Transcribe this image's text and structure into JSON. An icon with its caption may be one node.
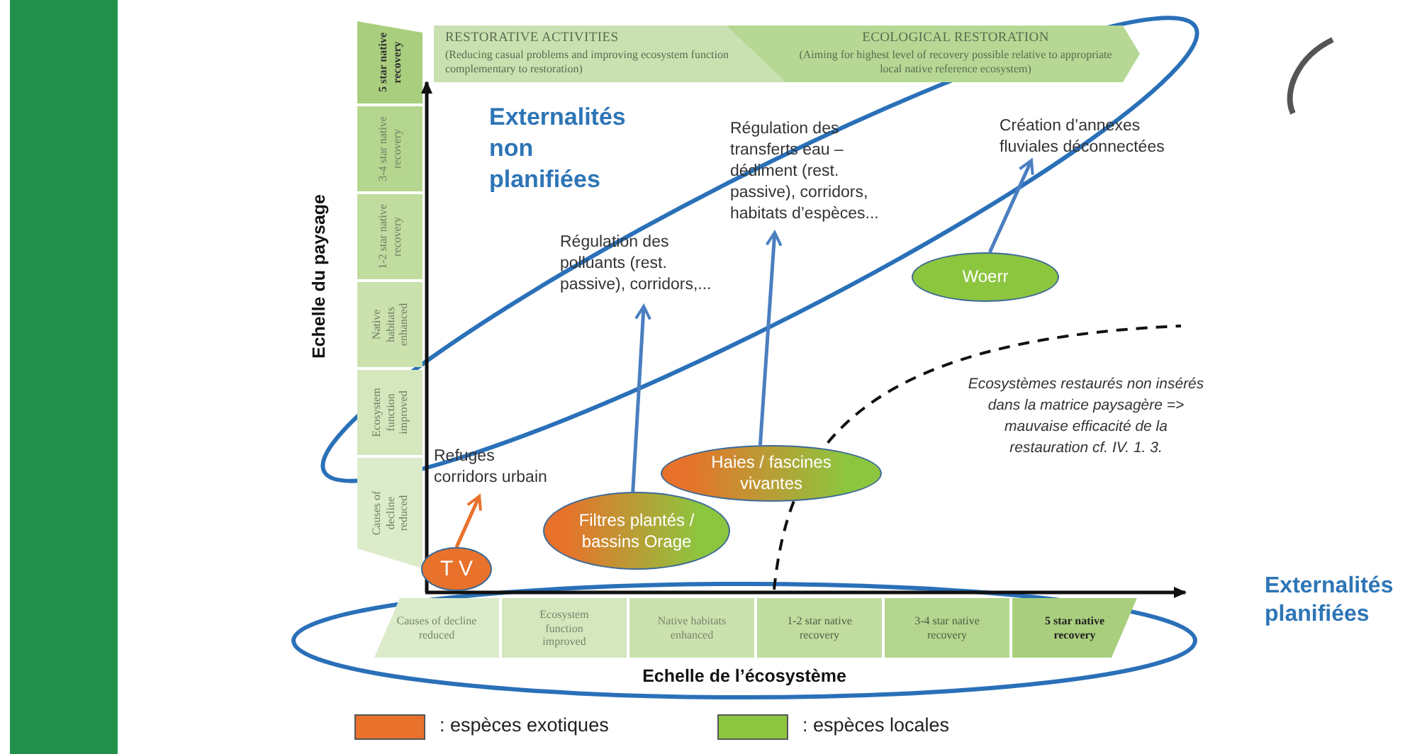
{
  "diagram": {
    "nodes": [
      {
        "text": [
          "RESTORATIVE ACTIVITIES",
          "(Reducing casual problems and improving ecosystem function complementary to restoration)"
        ]
      },
      {
        "text": [
          "ECOLOGICAL RESTORATION",
          "(Aiming for highest level of recovery possible relative to appropriate local native reference ecosystem)"
        ]
      },
      {
        "text": [
          "5 star native recovery"
        ]
      },
      {
        "text": [
          "3-4 star native recovery"
        ]
      },
      {
        "text": [
          "1-2 star native recovery"
        ]
      },
      {
        "text": [
          "Native habitats enhanced"
        ]
      },
      {
        "text": [
          "Ecosystem function improved"
        ]
      },
      {
        "text": [
          "Causes of decline reduced"
        ]
      },
      {
        "text": [
          "Régulation des transferts eau – dédiment (rest. passive), corridors, habitats d’espèces..."
        ]
      },
      {
        "text": [
          "Création d’annexes fluviales déconnectées"
        ]
      },
      {
        "text": [
          "Régulation des polluants (rest. passive), corridors,..."
        ]
      },
      {
        "text": [
          "Woerr"
        ]
      },
      {
        "text": [
          "Haies / fascines vivantes"
        ]
      },
      {
        "text": [
          "Refuges corridors urbain"
        ]
      },
      {
        "text": [
          "Filtres plantés / bassins Orage"
        ]
      },
      {
        "text": [
          "T V"
        ]
      },
      {
        "text": [
          "Causes of decline reduced"
        ]
      },
      {
        "text": [
          "Ecosystem function improved"
        ]
      },
      {
        "text": [
          "Native habitats enhanced"
        ]
      },
      {
        "text": [
          "1-2 star native recovery"
        ]
      },
      {
        "text": [
          "3-4 star native recovery"
        ]
      },
      {
        "text": [
          "5 star native recovery"
        ]
      }
    ],
    "edges": [
      {
        "from": 15,
        "to": 13,
        "arrow": "to",
        "color": "#e8712b"
      },
      {
        "from": 14,
        "to": 10,
        "arrow": "to"
      },
      {
        "from": 12,
        "to": 8,
        "arrow": "to"
      },
      {
        "from": 11,
        "to": 9,
        "arrow": "to"
      }
    ],
    "labels": [
      "Externalités non planifiées",
      "Echelle du paysage",
      "Ecosystèmes restaurés non insérés dans la matrice paysagère => mauvaise efficacité de la restauration cf. IV. 1. 3.",
      "Externalités planifiées",
      "Echelle de l’écosystème"
    ],
    "legend": [
      {
        "text": ": espèces exotiques",
        "color": "#e8712b"
      },
      {
        "text": ": espèces locales",
        "color": "#8cc63f"
      }
    ]
  }
}
